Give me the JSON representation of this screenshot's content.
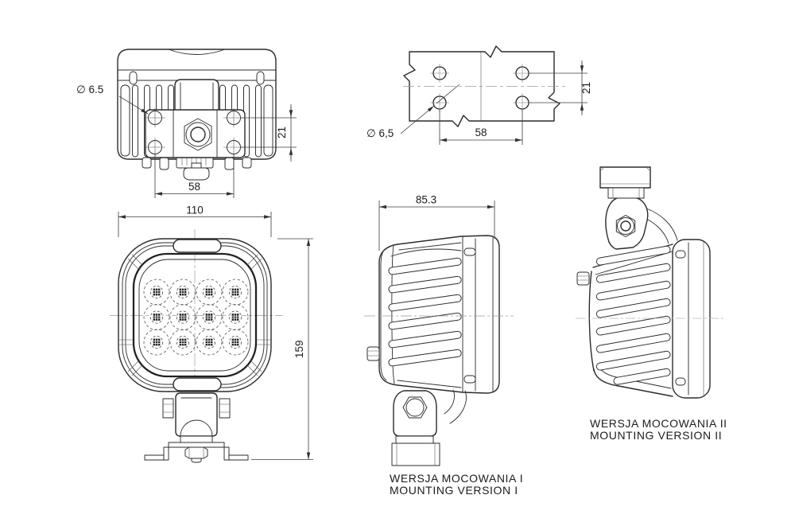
{
  "drawing_title": "LED work lamp technical drawing",
  "colors": {
    "background": "#ffffff",
    "line": "#2b2b2b",
    "dimension": "#3c3c3c",
    "centerline": "#9a9a9a",
    "led_chip": "#2a2a2a"
  },
  "views": {
    "rear": {
      "description": "rear view with mounting bracket plate",
      "dims": {
        "hole_dia": "∅ 6.5",
        "vert": "21",
        "horiz": "58"
      }
    },
    "template": {
      "description": "drilling template for mounting holes",
      "dims": {
        "hole_dia": "∅ 6,5",
        "horiz": "58",
        "vert": "21"
      }
    },
    "front": {
      "description": "front view with LED array",
      "led_count": 12,
      "led_grid": {
        "cols": 4,
        "rows": 3
      },
      "dims": {
        "width": "110",
        "height": "159"
      }
    },
    "side1": {
      "description": "side view, bottom bracket",
      "dims": {
        "depth": "85.3"
      },
      "caption": {
        "line1": "WERSJA MOCOWANIA I",
        "line2": "MOUNTING VERSION I"
      }
    },
    "side2": {
      "description": "side view, top bracket",
      "caption": {
        "line1": "WERSJA MOCOWANIA II",
        "line2": "MOUNTING VERSION II"
      }
    }
  }
}
